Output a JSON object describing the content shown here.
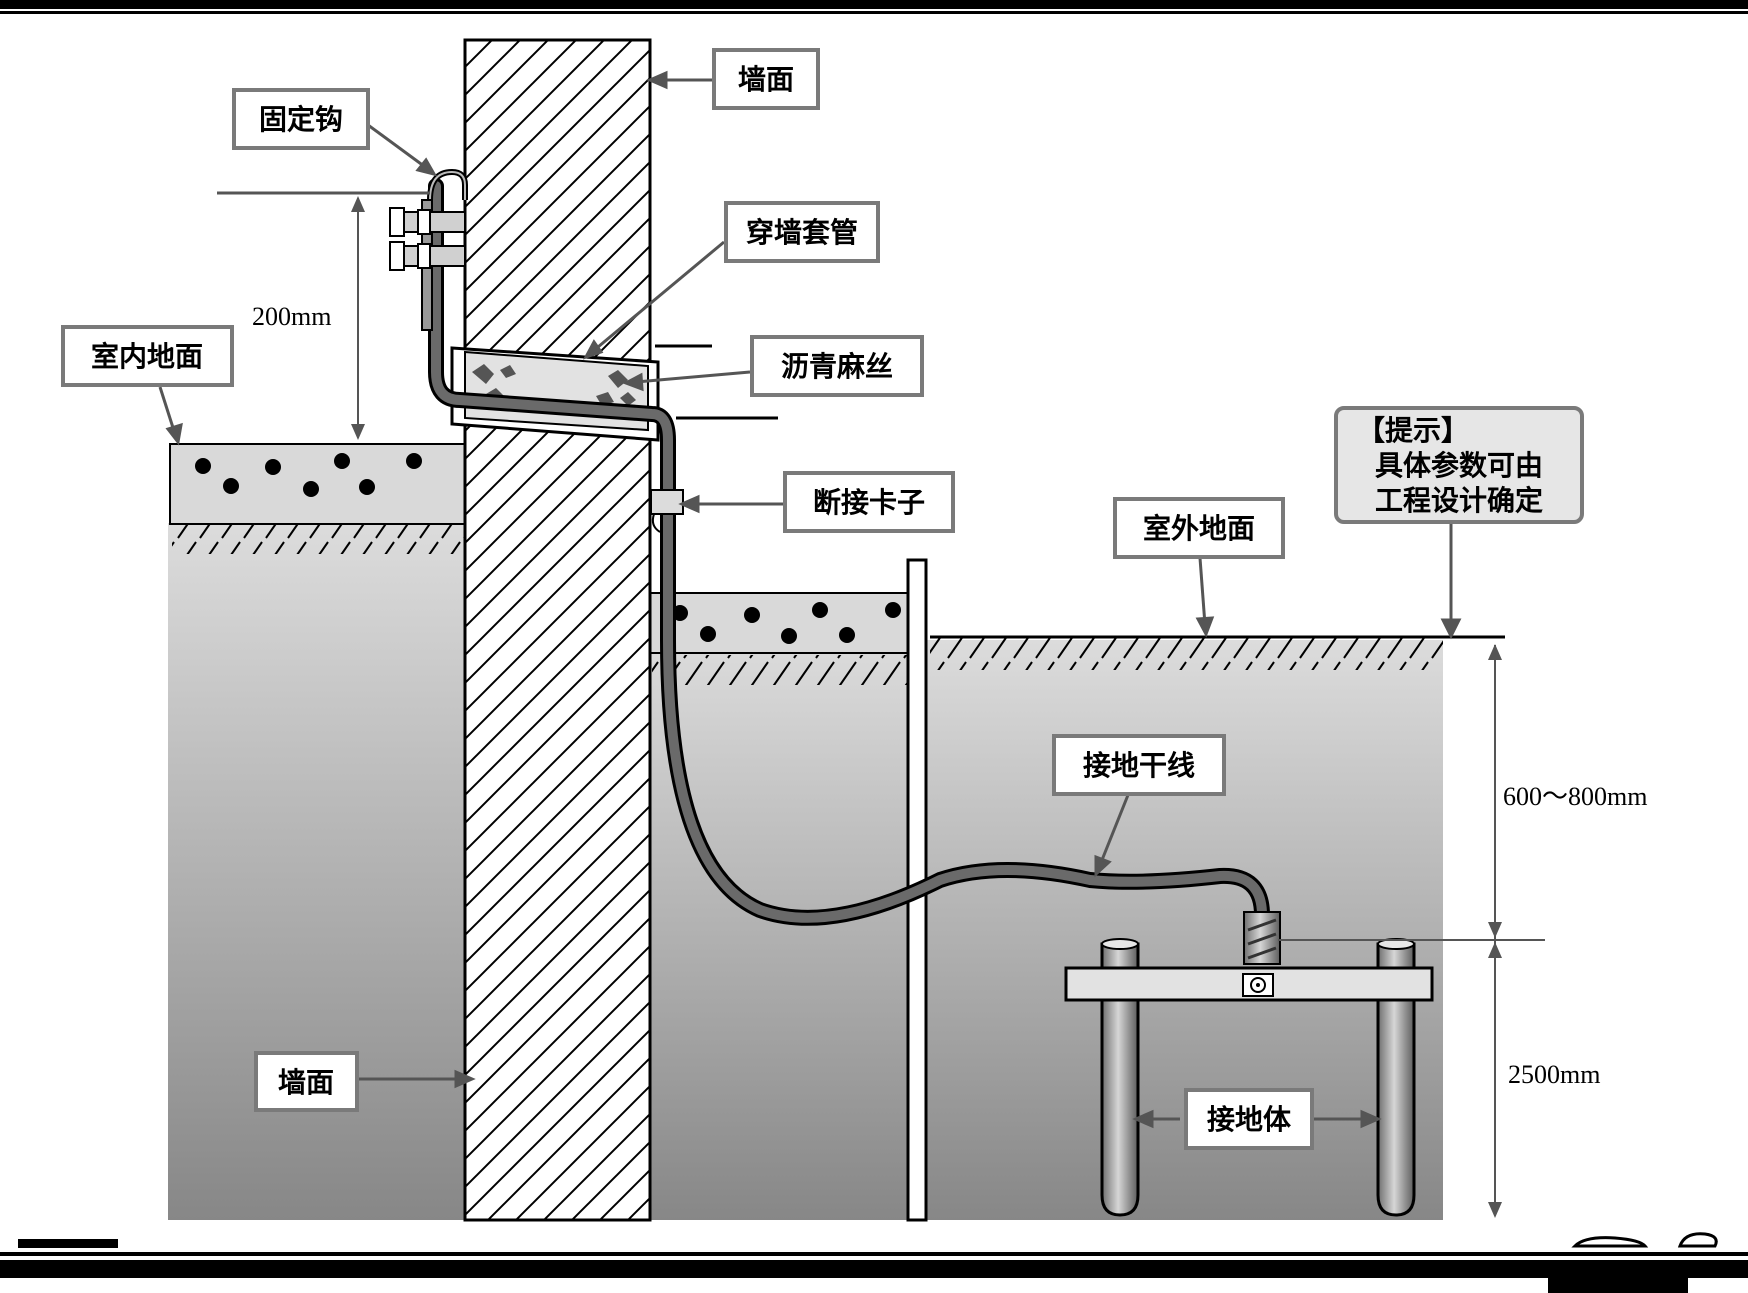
{
  "labels": {
    "fixing_hook": "固定钩",
    "wall_top": "墙面",
    "wall_sleeve": "穿墙套管",
    "asphalt_hemp": "沥青麻丝",
    "indoor_floor": "室内地面",
    "disconnect_clamp": "断接卡子",
    "outdoor_ground": "室外地面",
    "grounding_down_conductor": "接地干线",
    "wall_bottom": "墙面",
    "ground_electrode": "接地体"
  },
  "tip": {
    "title": "【提示】",
    "line1": "具体参数可由",
    "line2": "工程设计确定"
  },
  "dimensions": {
    "hook_height": "200mm",
    "burial_depth": "600～800mm",
    "electrode_length": "2500mm"
  },
  "colors": {
    "soil_top": "#d8d8d8",
    "soil_bottom": "#8a8a8a",
    "label_border": "#7a7a7a",
    "tip_bg": "#e6e6e6",
    "conductor": "#444444"
  }
}
